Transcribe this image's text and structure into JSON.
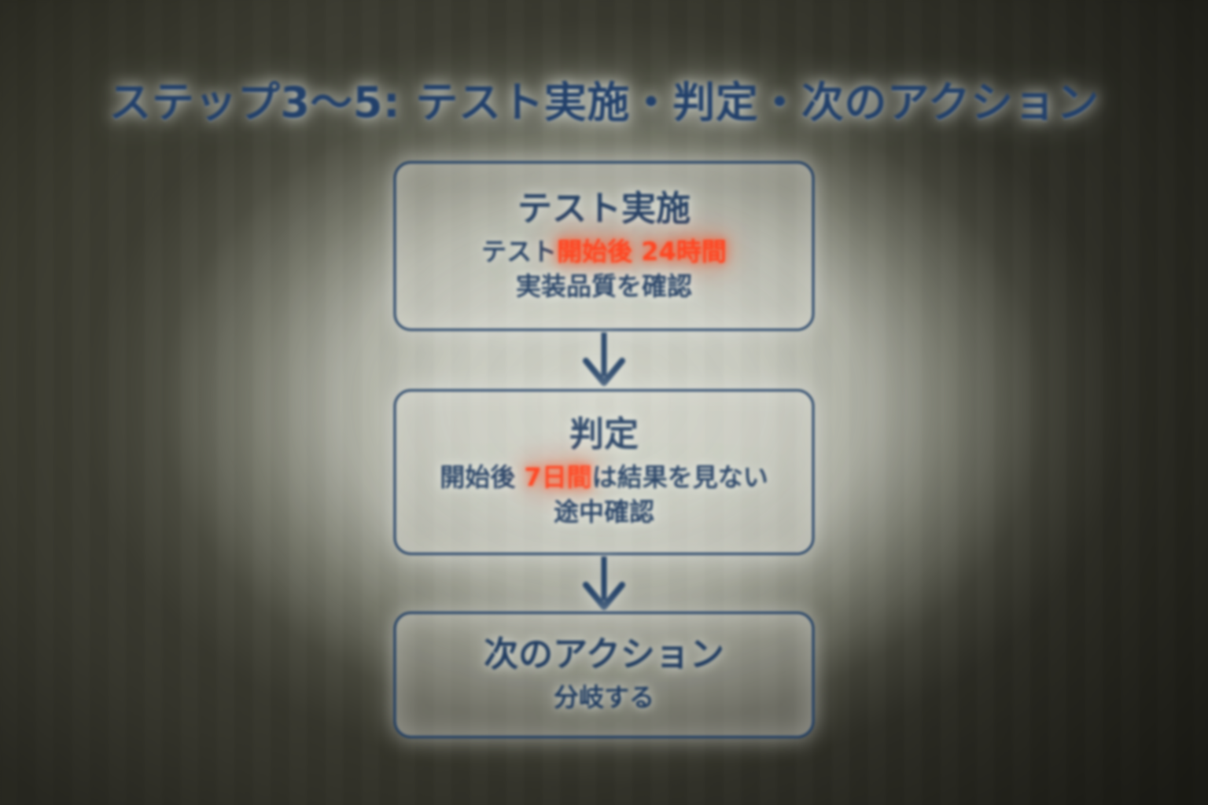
{
  "page": {
    "title": "ステップ3〜5: テスト実施・判定・次のアクション",
    "accent_text_color": "#1e3a5f",
    "highlight_color": "#ff3b16",
    "box_border_color": "#1d3c63"
  },
  "flow": {
    "nodes": [
      {
        "id": "test",
        "title": "テスト実施",
        "line1_prefix": "テスト",
        "line1_highlight": "開始後 24時間",
        "line1_suffix": "",
        "line2": "実装品質を確認"
      },
      {
        "id": "judge",
        "title": "判定",
        "line1_prefix": "開始後 ",
        "line1_highlight": "7日間",
        "line1_suffix": "は結果を見ない",
        "line2": "途中確認"
      },
      {
        "id": "action",
        "title": "次のアクション",
        "line1_prefix": "",
        "line1_highlight": "",
        "line1_suffix": "",
        "line2": "分岐する"
      }
    ],
    "connectors": [
      {
        "id": "test-to-judge",
        "icon": "arrow-down-icon"
      },
      {
        "id": "judge-to-action",
        "icon": "arrow-down-icon"
      }
    ]
  }
}
